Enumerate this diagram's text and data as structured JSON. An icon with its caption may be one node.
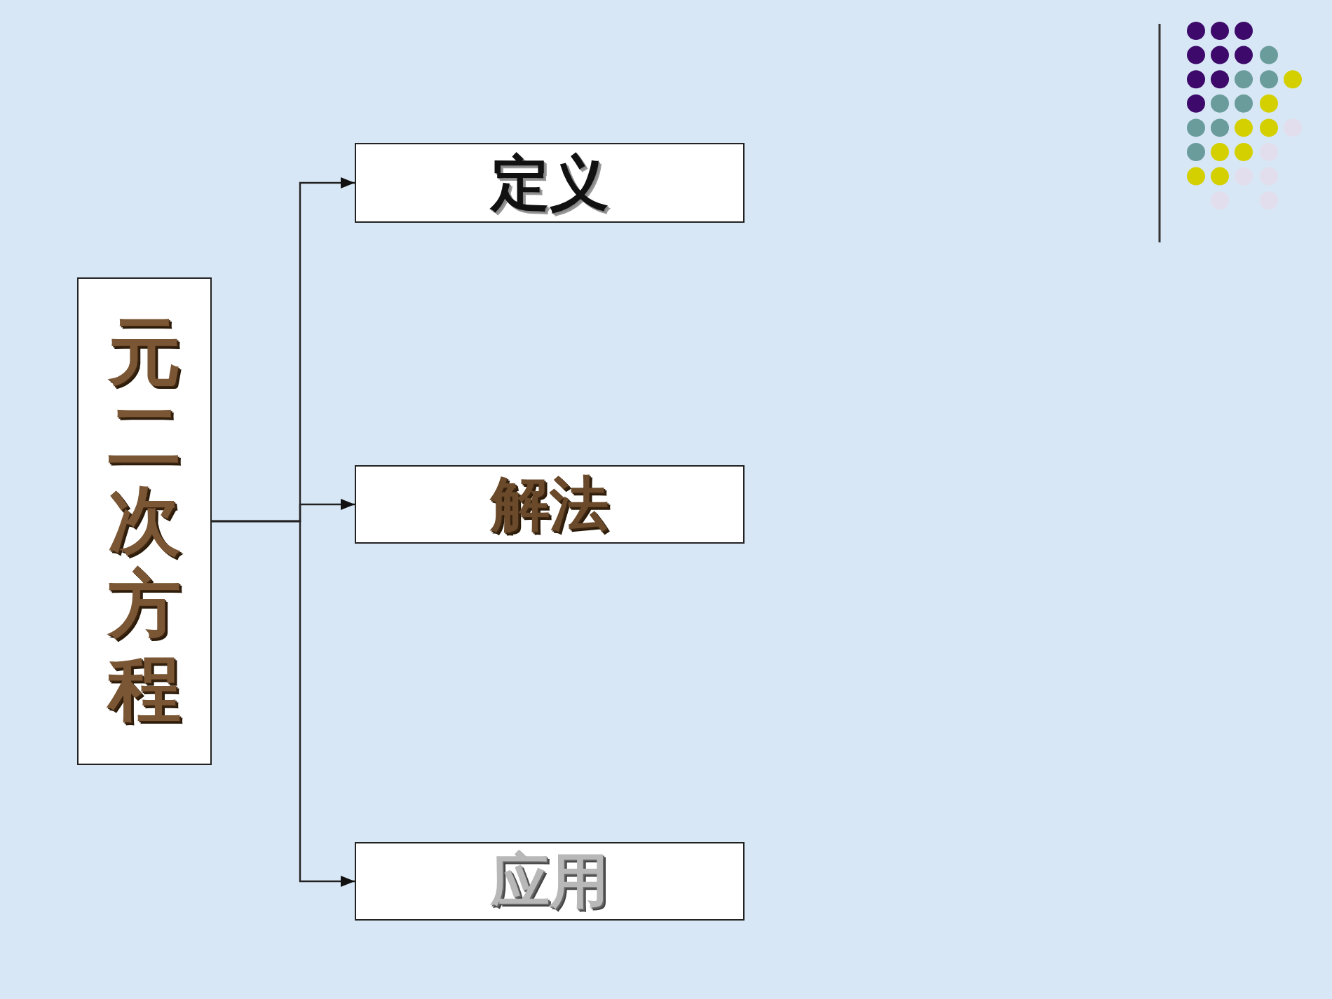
{
  "diagram": {
    "nodes": [
      {
        "text": [
          "元二次方程"
        ]
      },
      {
        "text": [
          "定义"
        ]
      },
      {
        "text": [
          "解法"
        ]
      },
      {
        "text": [
          "应用"
        ]
      }
    ],
    "edges": [
      {
        "from": 0,
        "to": 1,
        "arrow": "to"
      },
      {
        "from": 0,
        "to": 2,
        "arrow": "to"
      },
      {
        "from": 0,
        "to": 3,
        "arrow": "to"
      }
    ]
  }
}
